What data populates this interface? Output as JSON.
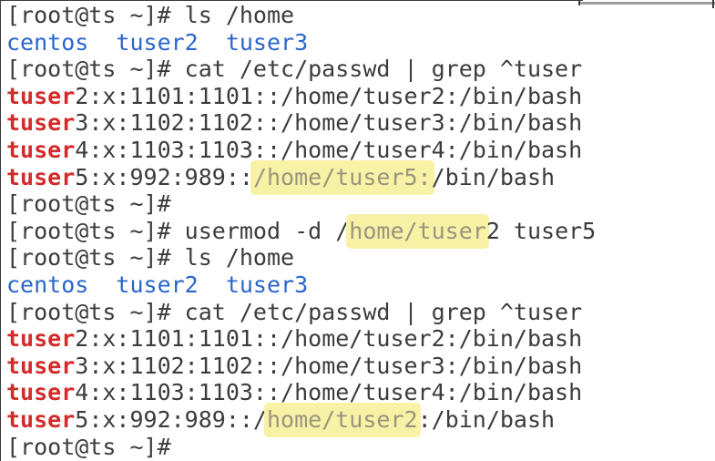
{
  "terminal": {
    "colors": {
      "background": "#ffffff",
      "foreground": "#3c3c3c",
      "directory-blue": "#2a66cc",
      "match-red": "#d22b2b",
      "highlight-bg": "#f7f2a6",
      "highlight-fg": "#9a957d",
      "border-dark": "#3a3a3a",
      "border-gray": "#9e9e9e"
    },
    "prompt": "[root@ts ~]#",
    "lines": [
      {
        "segments": [
          {
            "text": "[root@ts ~]# ls /home",
            "style": "fg"
          }
        ]
      },
      {
        "segments": [
          {
            "text": "centos  tuser2  tuser3",
            "style": "blue"
          }
        ]
      },
      {
        "segments": [
          {
            "text": "[root@ts ~]# cat /etc/passwd | grep ^tuser",
            "style": "fg"
          }
        ]
      },
      {
        "segments": [
          {
            "text": "tuser",
            "style": "red"
          },
          {
            "text": "2:x:1101:1101::/home/tuser2:/bin/bash",
            "style": "fg"
          }
        ]
      },
      {
        "segments": [
          {
            "text": "tuser",
            "style": "red"
          },
          {
            "text": "3:x:1102:1102::/home/tuser3:/bin/bash",
            "style": "fg"
          }
        ]
      },
      {
        "segments": [
          {
            "text": "tuser",
            "style": "red"
          },
          {
            "text": "4:x:1103:1103::/home/tuser4:/bin/bash",
            "style": "fg"
          }
        ]
      },
      {
        "segments": [
          {
            "text": "tuser",
            "style": "red"
          },
          {
            "text": "5:x:992:989::",
            "style": "fg"
          },
          {
            "text": "/home/tuser5:",
            "style": "hl"
          },
          {
            "text": "/bin/bash",
            "style": "fg"
          }
        ]
      },
      {
        "segments": [
          {
            "text": "[root@ts ~]#",
            "style": "fg"
          }
        ]
      },
      {
        "segments": [
          {
            "text": "[root@ts ~]# usermod -d /",
            "style": "fg"
          },
          {
            "text": "home/tuser",
            "style": "hl"
          },
          {
            "text": "2 tuser5",
            "style": "fg"
          }
        ]
      },
      {
        "segments": [
          {
            "text": "[root@ts ~]# ls /home",
            "style": "fg"
          }
        ]
      },
      {
        "segments": [
          {
            "text": "centos  tuser2  tuser3",
            "style": "blue"
          }
        ]
      },
      {
        "segments": [
          {
            "text": "[root@ts ~]# cat /etc/passwd | grep ^tuser",
            "style": "fg"
          }
        ]
      },
      {
        "segments": [
          {
            "text": "tuser",
            "style": "red"
          },
          {
            "text": "2:x:1101:1101::/home/tuser2:/bin/bash",
            "style": "fg"
          }
        ]
      },
      {
        "segments": [
          {
            "text": "tuser",
            "style": "red"
          },
          {
            "text": "3:x:1102:1102::/home/tuser3:/bin/bash",
            "style": "fg"
          }
        ]
      },
      {
        "segments": [
          {
            "text": "tuser",
            "style": "red"
          },
          {
            "text": "4:x:1103:1103::/home/tuser4:/bin/bash",
            "style": "fg"
          }
        ]
      },
      {
        "segments": [
          {
            "text": "tuser",
            "style": "red"
          },
          {
            "text": "5:x:992:989::/",
            "style": "fg"
          },
          {
            "text": "home/tuser2",
            "style": "hl"
          },
          {
            "text": ":/bin/bash",
            "style": "fg"
          }
        ]
      },
      {
        "segments": [
          {
            "text": "[root@ts ~]#",
            "style": "fg"
          }
        ]
      }
    ]
  }
}
